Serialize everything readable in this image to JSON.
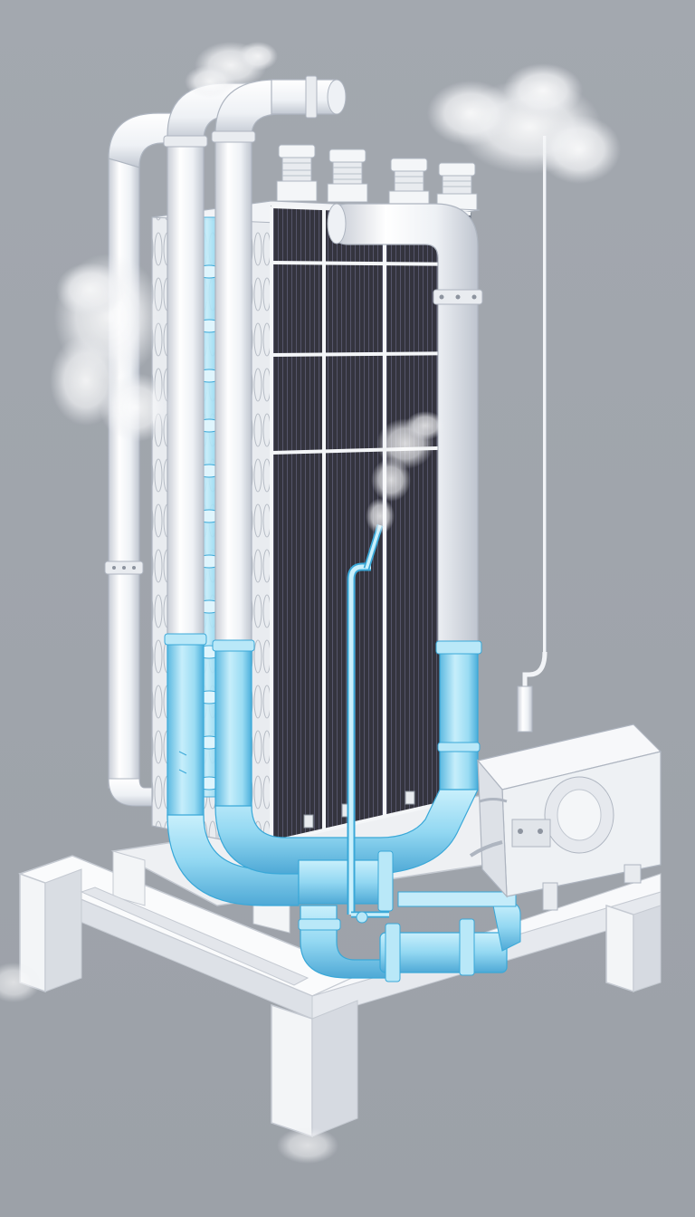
{
  "scene": {
    "subject": "heat-exchanger-rig",
    "colors": {
      "background": "#9fa4ab",
      "pipe_white": "#f2f4f7",
      "pipe_shadow": "#c9ced6",
      "coolant_blue": "#8fd8f2",
      "coolant_edge": "#3aa8d8",
      "core_dark": "#3a3a44",
      "frame_white": "#f5f6f8",
      "steam": "#ffffff"
    },
    "icons": {
      "steam": "steam-plume",
      "pipe": "pipe",
      "pump": "pump-housing",
      "core": "radiator-core",
      "frame": "base-frame"
    }
  }
}
